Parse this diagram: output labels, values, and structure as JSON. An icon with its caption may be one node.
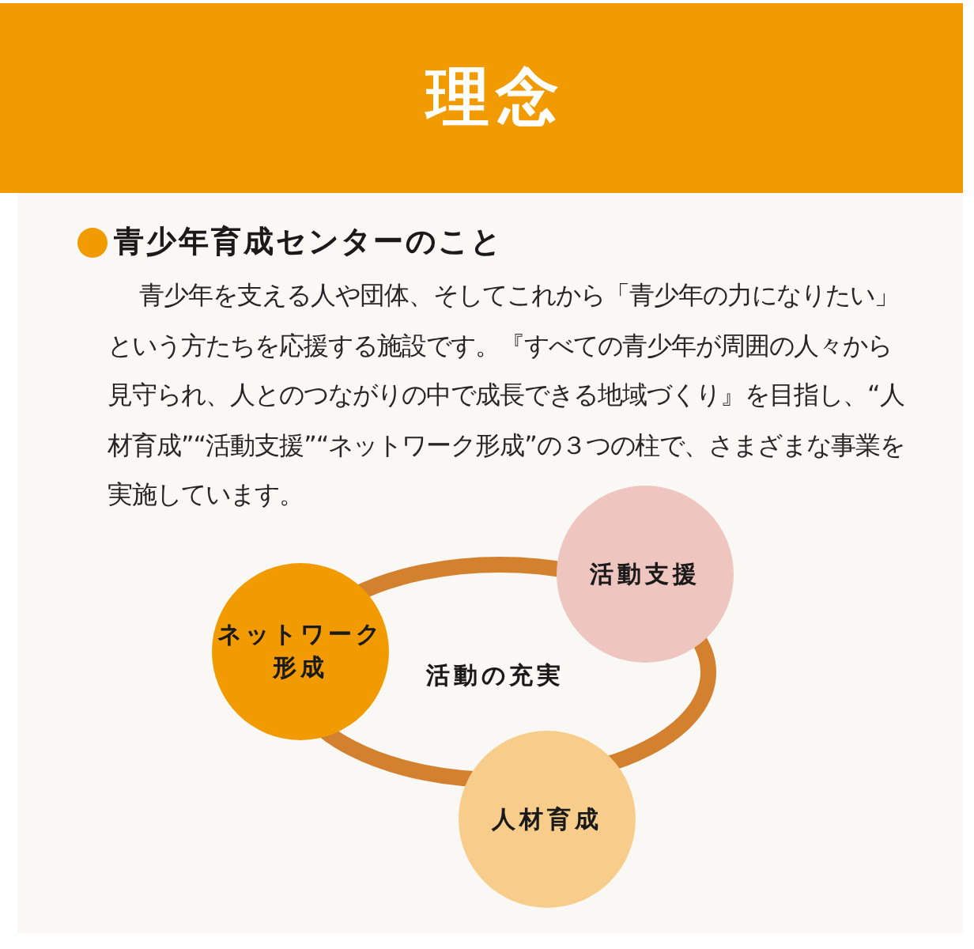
{
  "diagram": {
    "title": "理念",
    "nodes": [
      {
        "text": [
          "活動支援"
        ]
      },
      {
        "text": [
          "ネットワーク形成"
        ]
      },
      {
        "text": [
          "活動の充実"
        ]
      },
      {
        "text": [
          "人材育成"
        ]
      }
    ],
    "labels": [
      "青少年育成センターのこと",
      "青少年を支える人や団体、そしてこれから「青少年の力になりたい」という方たちを応援する施設です。『すべての青少年が周囲の人々から見守られ、人とのつながりの中で成長できる地域づくり』を目指し、“人材育成”“活動支援”“ネットワーク形成”の３つの柱で、さまざまな事業を実施しています。"
    ]
  }
}
